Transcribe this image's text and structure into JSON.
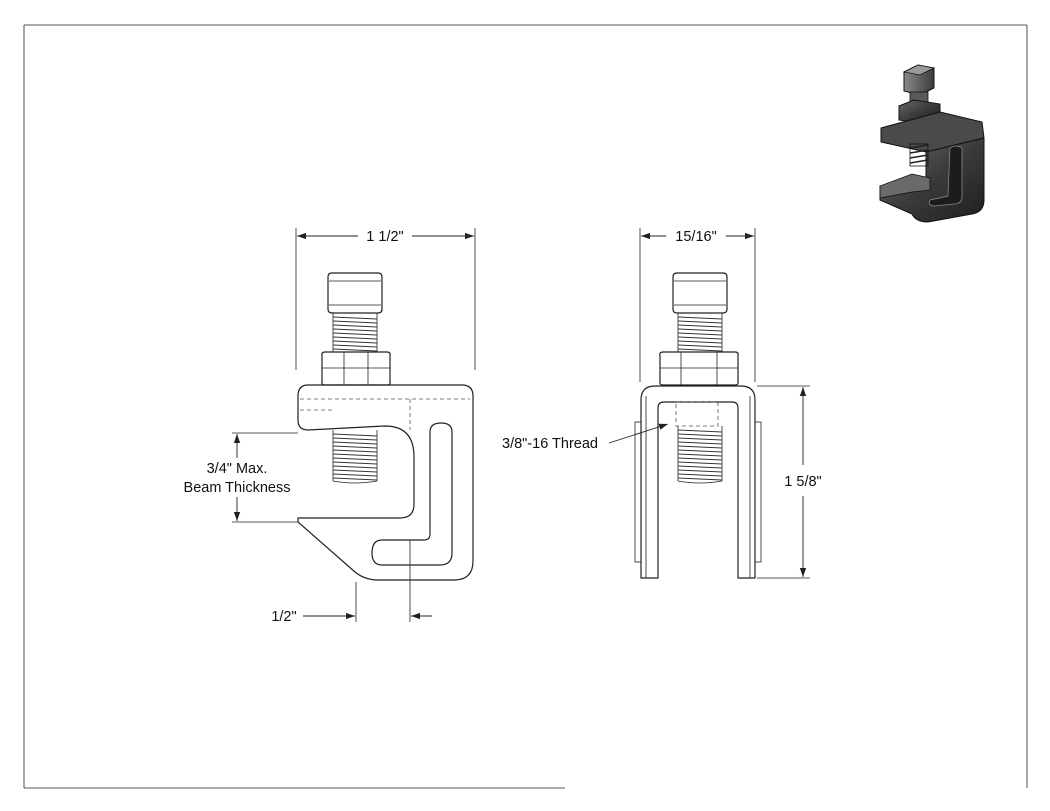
{
  "drawing": {
    "dimensions": {
      "width_side": "1 1/2\"",
      "width_front": "15/16\"",
      "height": "1 5/8\"",
      "beam_thickness_line1": "3/4\" Max.",
      "beam_thickness_line2": "Beam Thickness",
      "offset": "1/2\"",
      "thread": "3/8\"-16 Thread"
    },
    "colors": {
      "line": "#222222",
      "iso_body": "#3a3a3a"
    }
  }
}
